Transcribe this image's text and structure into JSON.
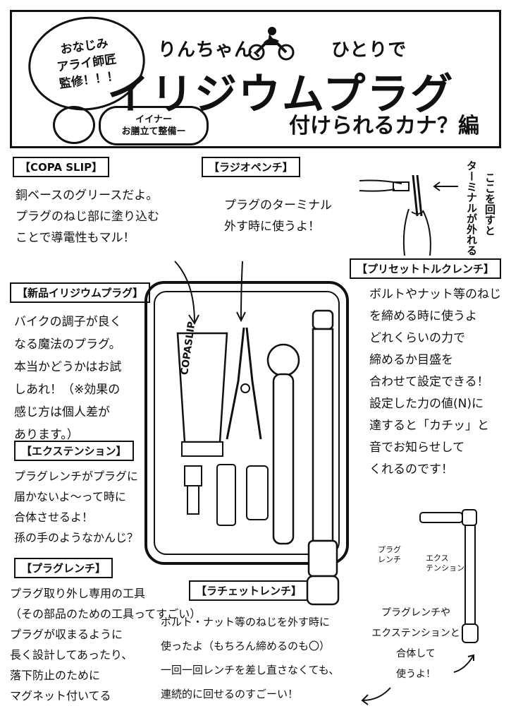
{
  "header": {
    "badge": [
      "おなじみ",
      "アライ師匠",
      "監修！！！"
    ],
    "subtitle_left": "りんちゃん、",
    "subtitle_right": "ひとりで",
    "title": "イリジウムプラグ",
    "title_suffix": "付けられるカナ？編",
    "small_badge": [
      "イイナー",
      "お膳立て整備ー"
    ]
  },
  "sections": {
    "copa": {
      "label": "【COPA SLIP】",
      "text": "銅ベースのグリースだよ。\nプラグのねじ部に塗り込む\nことで導電性もマル！"
    },
    "radio": {
      "label": "【ラジオペンチ】",
      "text": "プラグのターミナル\n外す時に使うよ！"
    },
    "terminal_note": {
      "col1": "ここを回すと",
      "col2": "ターミナルが外れる"
    },
    "torque": {
      "label": "【プリセットトルクレンチ】",
      "text": "ボルトやナット等のねじ\nを締める時に使うよ\nどれくらいの力で\n締めるか目盛を\n合わせて設定できる！\n設定した力の値(N)に\n達すると「カチッ」と\n音でお知らせして\nくれるのです！"
    },
    "iridium": {
      "label": "【新品イリジウムプラグ】",
      "text": "バイクの調子が良く\nなる魔法のプラグ。\n本当かどうかはお試\nしあれ！（※効果の\n感じ方は個人差が\nあります。）"
    },
    "extension": {
      "label": "【エクステンション】",
      "text": "プラグレンチがプラグに\n届かないよ～って時に\n合体させるよ！\n孫の手のようなかんじ？"
    },
    "plug_wrench": {
      "label": "【プラグレンチ】",
      "text": "プラグ取り外し専用の工具\n（その部品のための工具ってすごい）\nプラグが収まるように\n長く設計してあったり、\n落下防止のために\nマグネット付いてる"
    },
    "ratchet": {
      "label": "【ラチェットレンチ】",
      "text": "ボルト・ナット等のねじを外す時に\n使ったよ（もちろん締めるのも〇）\n一回一回レンチを差し直さなくても、\n連続的に回せるのすごーい！"
    },
    "combo": {
      "label_plug": "プラグ\nレンチ",
      "label_ext": "エクス\nテンション",
      "text": "プラグレンチや\nエクステンションと\n合体して\n使うよ！"
    }
  },
  "tube_text": "COPASLIP"
}
